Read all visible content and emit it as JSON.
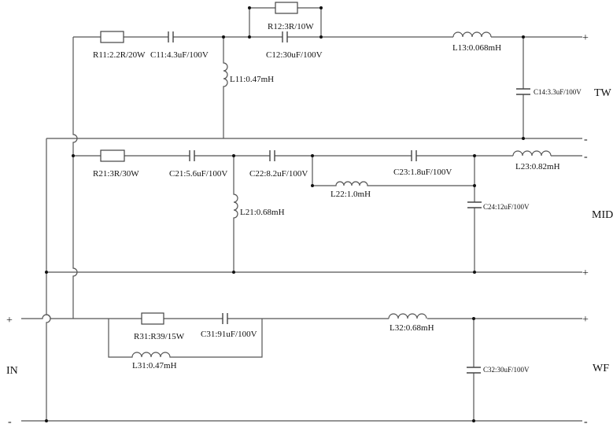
{
  "terminals": {
    "tw_plus": "+",
    "tw_minus": "-",
    "tw_label": "TW",
    "mid_minus": "-",
    "mid_plus": "+",
    "mid_label": "MID",
    "wf_plus": "+",
    "wf_minus": "-",
    "wf_label": "WF",
    "in_plus": "+",
    "in_minus": "-",
    "in_label": "IN"
  },
  "tweeter": {
    "r11": "R11:2.2R/20W",
    "c11": "C11:4.3uF/100V",
    "r12": "R12:3R/10W",
    "c12": "C12:30uF/100V",
    "l11": "L11:0.47mH",
    "l13": "L13:0.068mH",
    "c14": "C14:3.3uF/100V"
  },
  "mid": {
    "r21": "R21:3R/30W",
    "c21": "C21:5.6uF/100V",
    "c22": "C22:8.2uF/100V",
    "c23": "C23:1.8uF/100V",
    "l21": "L21:0.68mH",
    "l22": "L22:1.0mH",
    "l23": "L23:0.82mH",
    "c24": "C24:12uF/100V"
  },
  "woofer": {
    "r31": "R31:R39/15W",
    "c31": "C31:91uF/100V",
    "l31": "L31:0.47mH",
    "l32": "L32:0.68mH",
    "c32": "C32:30uF/100V"
  }
}
